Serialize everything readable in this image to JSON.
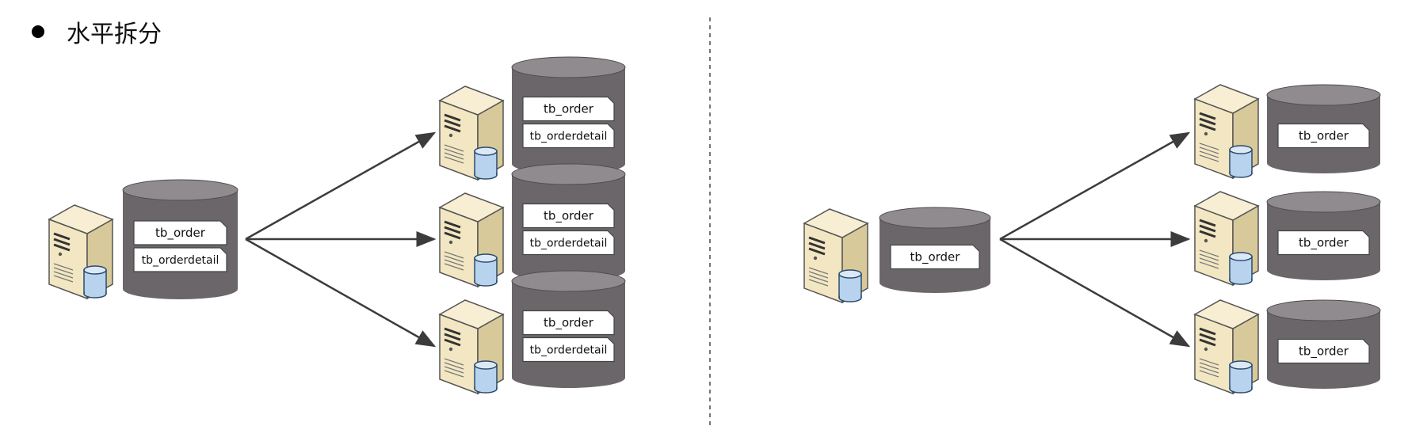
{
  "heading": {
    "title": "水平拆分"
  },
  "left_panel": {
    "source": {
      "tables": [
        "tb_order",
        "tb_orderdetail"
      ]
    },
    "targets": [
      {
        "tables": [
          "tb_order",
          "tb_orderdetail"
        ]
      },
      {
        "tables": [
          "tb_order",
          "tb_orderdetail"
        ]
      },
      {
        "tables": [
          "tb_order",
          "tb_orderdetail"
        ]
      }
    ]
  },
  "right_panel": {
    "source": {
      "tables": [
        "tb_order"
      ]
    },
    "targets": [
      {
        "tables": [
          "tb_order"
        ]
      },
      {
        "tables": [
          "tb_order"
        ]
      },
      {
        "tables": [
          "tb_order"
        ]
      }
    ]
  },
  "colors": {
    "cylinder_top": "#8f8b8f",
    "cylinder_body": "#6a666a",
    "cylinder_rim": "#4f4b4f",
    "server_beige": "#f3e7c3",
    "server_side": "#d8c99a",
    "disk_blue": "#b7d3ee",
    "arrow": "#3c3c3c",
    "divider": "#777777"
  }
}
